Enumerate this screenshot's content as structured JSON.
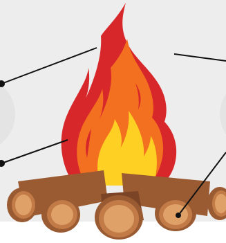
{
  "diagram": {
    "subject": "campfire-icon",
    "colors": {
      "panel": "#ededed",
      "callout_bubble": "#e4e4e4",
      "leader_line": "#111111",
      "flame_outer": "#d8272a",
      "flame_middle": "#f37021",
      "flame_inner": "#fdd023",
      "log_bark": "#9a5b33",
      "log_bark_shadow": "#7c4426",
      "log_end_ring": "#c27a47",
      "log_end_face": "#e0a169"
    },
    "callouts": [
      {
        "id": "outer-flame",
        "label": "",
        "side": "left"
      },
      {
        "id": "flame-base",
        "label": "",
        "side": "left"
      },
      {
        "id": "flame-tip",
        "label": "",
        "side": "right"
      },
      {
        "id": "log",
        "label": "",
        "side": "right"
      }
    ]
  }
}
